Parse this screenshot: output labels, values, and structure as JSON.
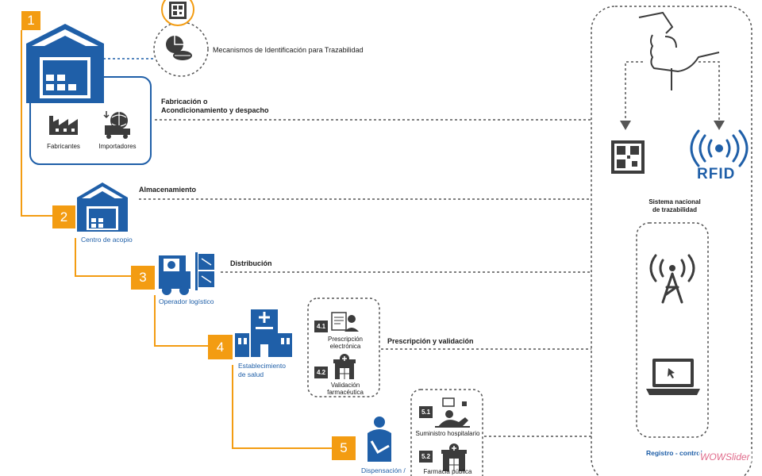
{
  "steps": [
    {
      "number": "1",
      "label": "Fabricación o Acondicionamiento y despacho",
      "line1": "Fabricación o",
      "line2": "Acondicionamiento y despacho"
    },
    {
      "number": "2",
      "label": "Almacenamiento",
      "node": "Centro de acopio"
    },
    {
      "number": "3",
      "label": "Distribución",
      "node": "Operador logístico"
    },
    {
      "number": "4",
      "label": "Prescripción y validación",
      "node_line1": "Establecimiento",
      "node_line2": "de salud"
    },
    {
      "number": "5",
      "node": "Dispensación /"
    }
  ],
  "identification": {
    "title": "Mecanismos de Identificación para Trazabilidad"
  },
  "step1_box": {
    "fabricantes": "Fabricantes",
    "importadores": "Importadores"
  },
  "substeps4": [
    {
      "code": "4.1",
      "line1": "Prescripción",
      "line2": "electrónica"
    },
    {
      "code": "4.2",
      "line1": "Validación",
      "line2": "farmacéutica"
    }
  ],
  "substeps5": [
    {
      "code": "5.1",
      "line1": "Suministro hospitalario"
    },
    {
      "code": "5.2",
      "line1": "Farmacia pública"
    }
  ],
  "system": {
    "rfid": "RFID",
    "title_line1": "Sistema nacional",
    "title_line2": "de trazabilidad",
    "footer": "Registro - control"
  },
  "watermark": {
    "text": "WOWSlider"
  },
  "colors": {
    "blue": "#1f5fa8",
    "orange": "#f39c12",
    "dark": "#3c3c3c"
  }
}
